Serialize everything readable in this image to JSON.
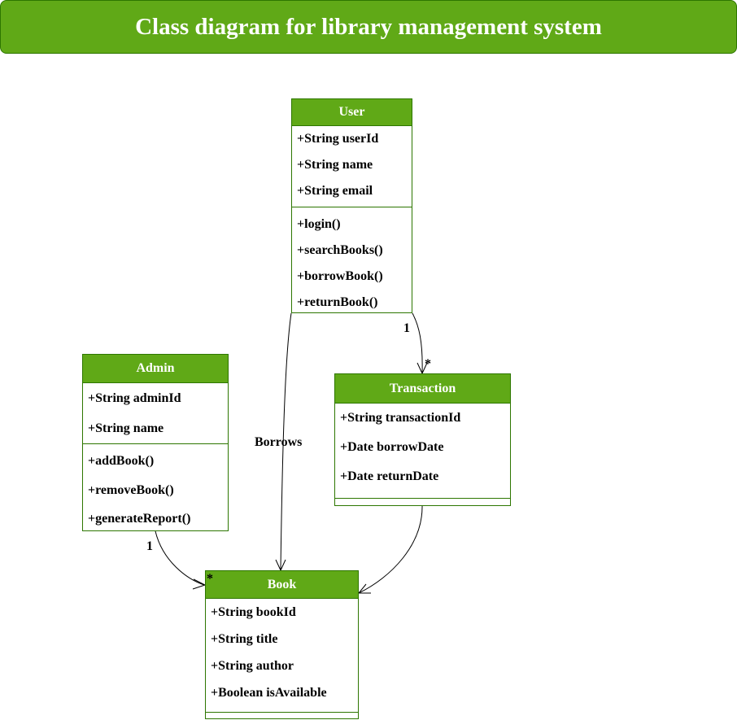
{
  "title": "Class diagram for library management system",
  "colors": {
    "header_fill": "#60a917",
    "border": "#2d7600",
    "header_text": "#ffffff",
    "body_text": "#000000"
  },
  "classes": {
    "user": {
      "name": "User",
      "attributes": [
        "+String userId",
        "+String name",
        "+String email"
      ],
      "methods": [
        "+login()",
        "+searchBooks()",
        "+borrowBook()",
        "+returnBook()"
      ]
    },
    "admin": {
      "name": "Admin",
      "attributes": [
        "+String adminId",
        "+String name"
      ],
      "methods": [
        "+addBook()",
        "+removeBook()",
        "+generateReport()"
      ]
    },
    "transaction": {
      "name": "Transaction",
      "attributes": [
        "+String transactionId",
        "+Date borrowDate",
        "+Date returnDate"
      ],
      "methods": []
    },
    "book": {
      "name": "Book",
      "attributes": [
        "+String bookId",
        "+String title",
        "+String author",
        "+Boolean isAvailable"
      ],
      "methods": []
    }
  },
  "relationships": {
    "user_borrows_book": {
      "label": "Borrows"
    },
    "user_transaction": {
      "source_multiplicity": "1",
      "target_multiplicity": "*"
    },
    "admin_book": {
      "source_multiplicity": "1",
      "target_multiplicity": "*"
    },
    "transaction_book": {}
  }
}
